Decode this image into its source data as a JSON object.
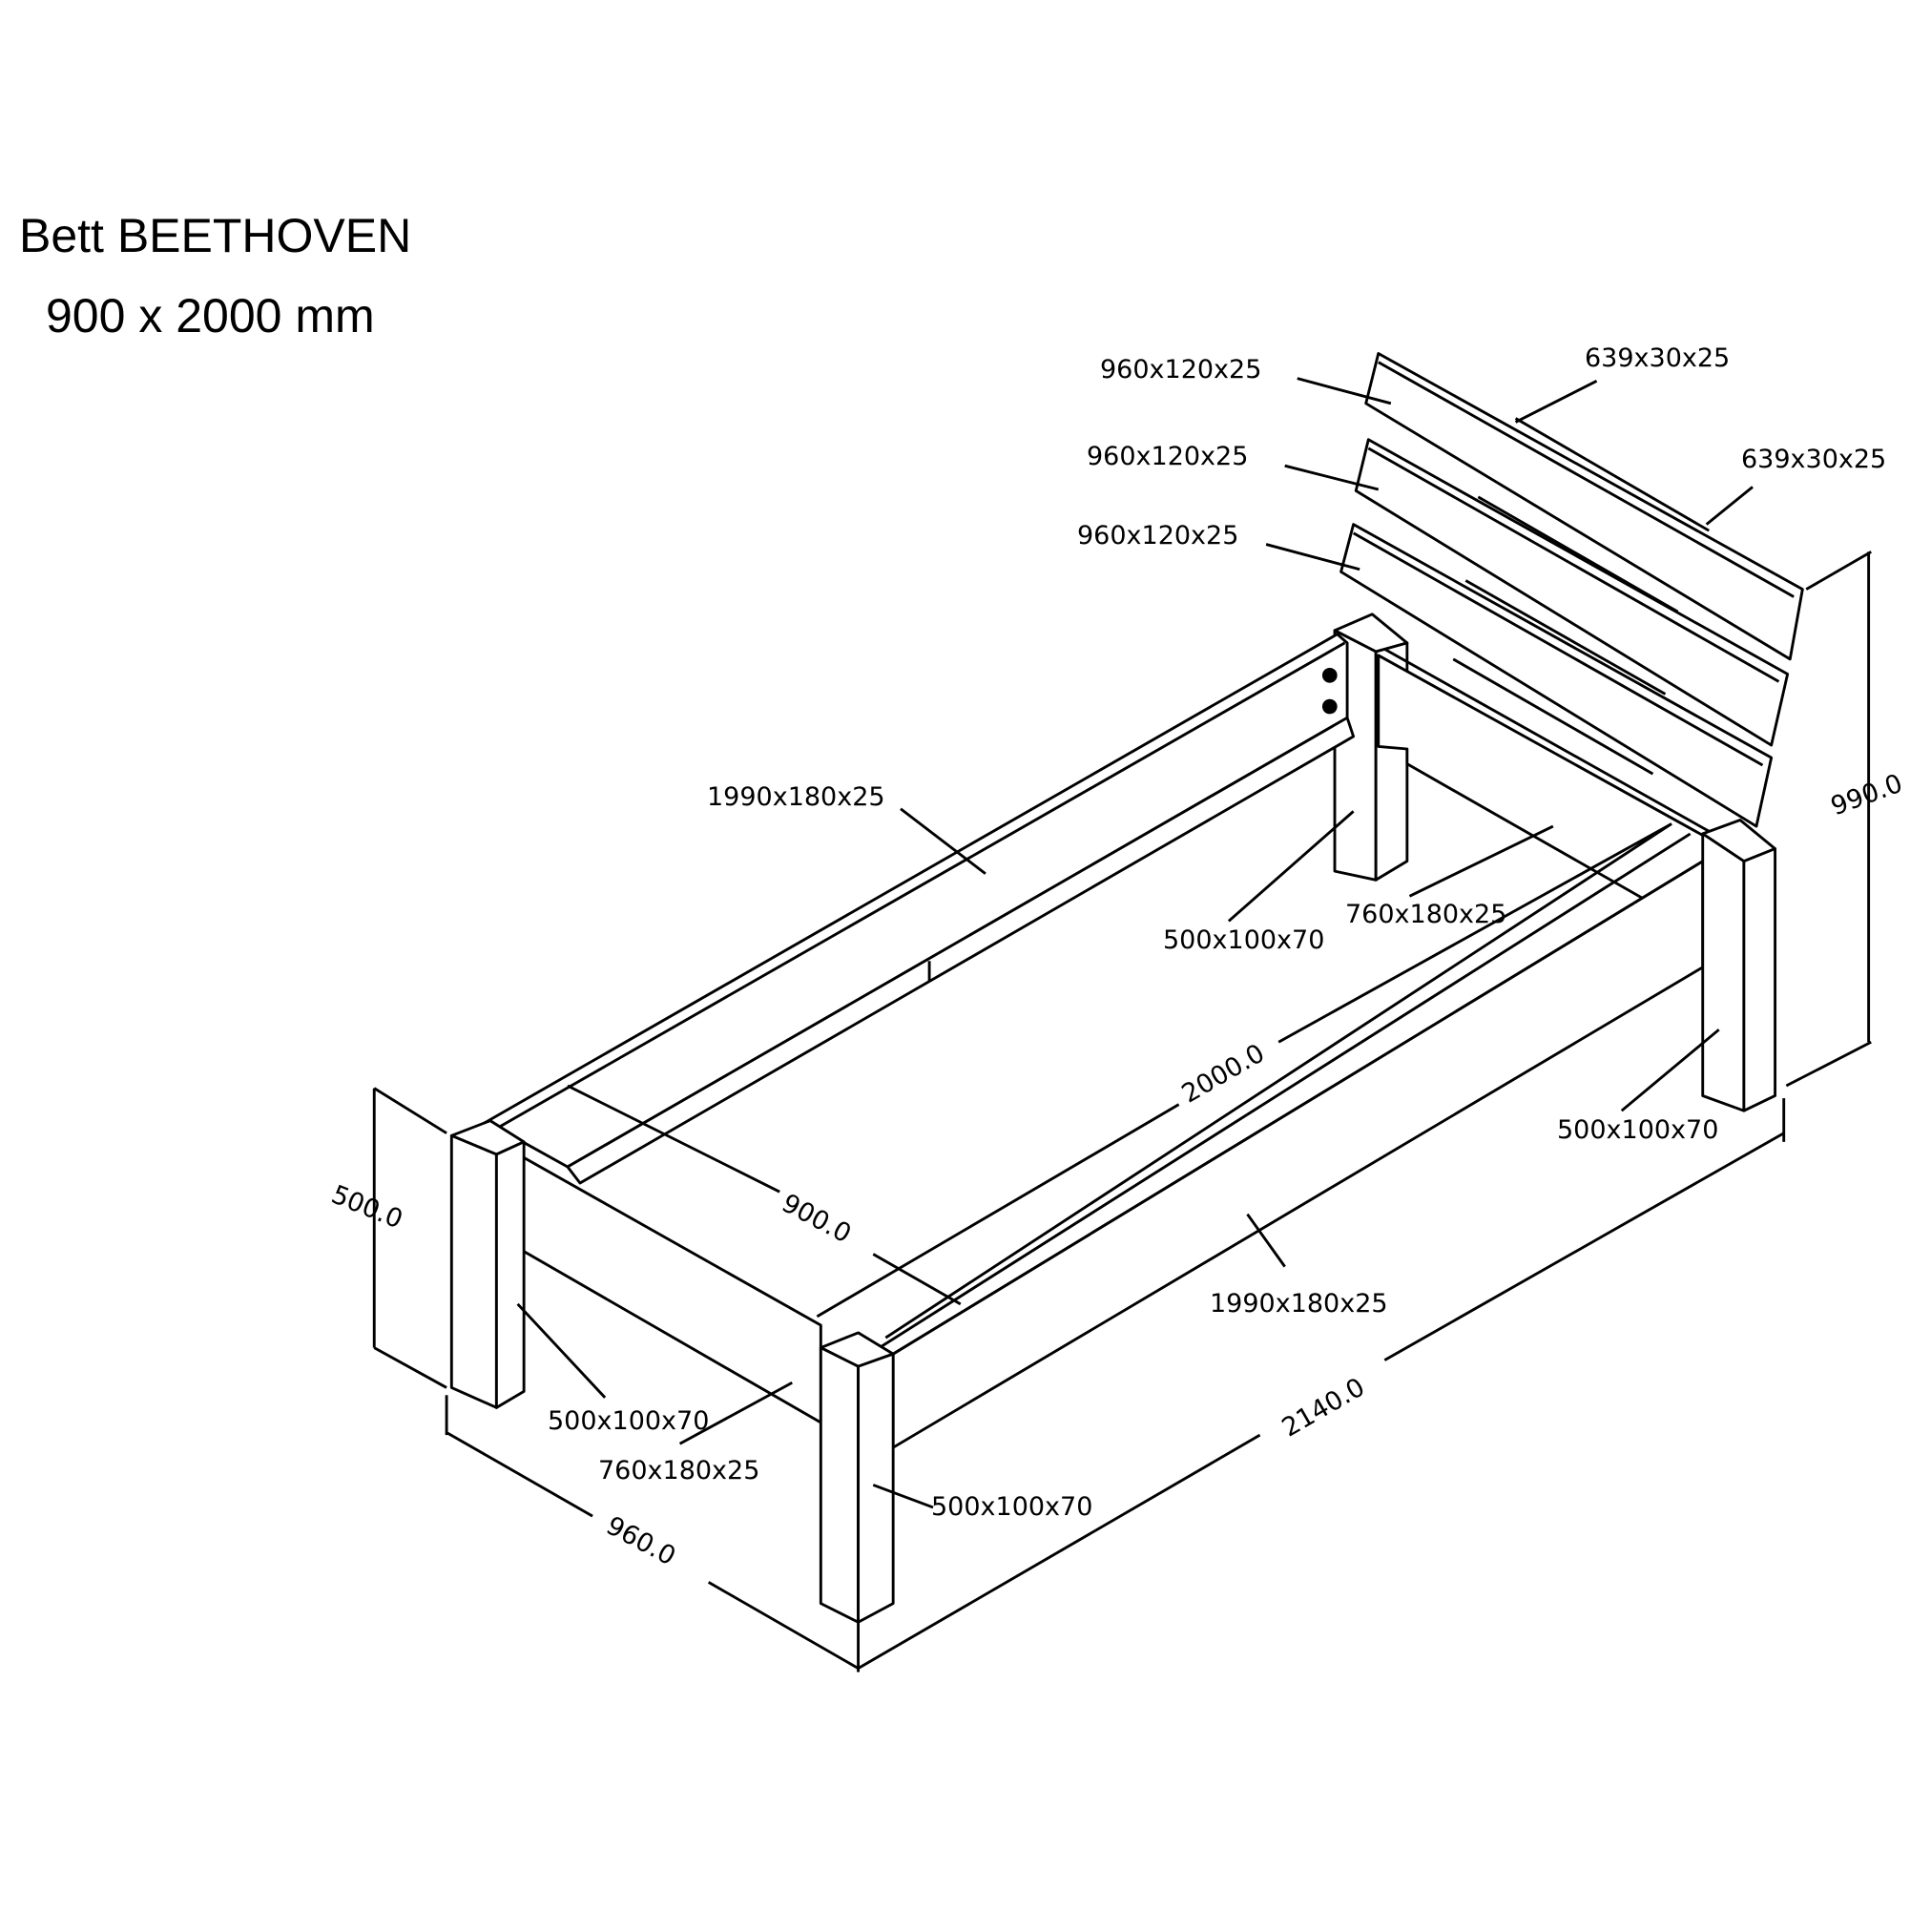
{
  "title": "Bett BEETHOVEN",
  "subtitle": "900 x 2000 mm",
  "parts": {
    "headboard_slat_1": "960x120x25",
    "headboard_slat_2": "960x120x25",
    "headboard_slat_3": "960x120x25",
    "headboard_batten_1": "639x30x25",
    "headboard_batten_2": "639x30x25",
    "side_rail_left": "1990x180x25",
    "side_rail_right": "1990x180x25",
    "head_leg_left": "500x100x70",
    "head_leg_right": "500x100x70",
    "head_rail": "760x180x25",
    "foot_leg_left": "500x100x70",
    "foot_leg_right": "500x100x70",
    "foot_rail": "760x180x25"
  },
  "dimensions": {
    "height_total": "990.0",
    "leg_height": "500.0",
    "inner_length": "2000.0",
    "inner_width": "900.0",
    "outer_width": "960.0",
    "outer_length": "2140.0"
  }
}
